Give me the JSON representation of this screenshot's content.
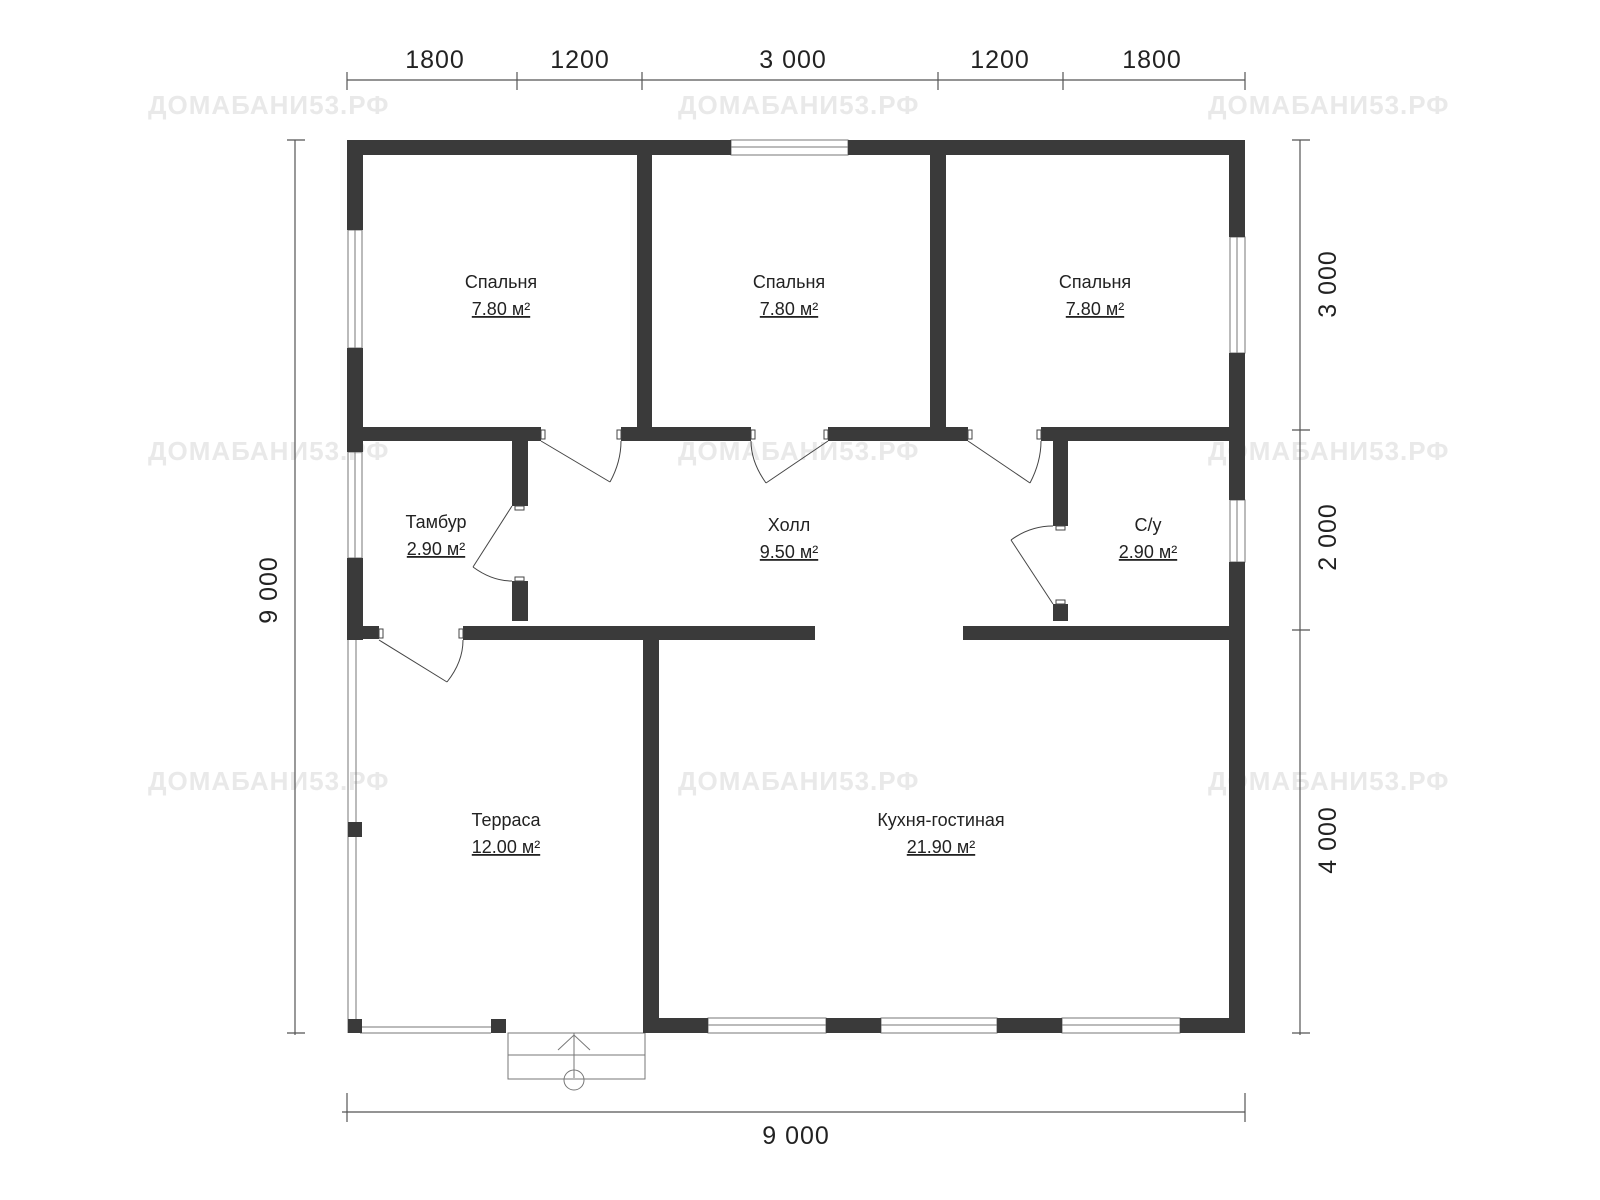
{
  "watermark": "ДОМАБАНИ53.РФ",
  "colors": {
    "wall": "#3a3a3a",
    "line": "#555555",
    "watermark": "#e9e9e9",
    "text": "#222222"
  },
  "dimensions": {
    "top": [
      "1800",
      "1200",
      "3 000",
      "1200",
      "1800"
    ],
    "bottom": "9 000",
    "left": "9 000",
    "right": [
      "3 000",
      "2 000",
      "4 000"
    ]
  },
  "rooms": {
    "bedroom_1": {
      "name": "Спальня",
      "area": "7.80 м²"
    },
    "bedroom_2": {
      "name": "Спальня",
      "area": "7.80 м²"
    },
    "bedroom_3": {
      "name": "Спальня",
      "area": "7.80 м²"
    },
    "vestibule": {
      "name": "Тамбур",
      "area": "2.90 м²"
    },
    "hall": {
      "name": "Холл",
      "area": "9.50 м²"
    },
    "bathroom": {
      "name": "С/у",
      "area": "2.90 м²"
    },
    "terrace": {
      "name": "Терраса",
      "area": "12.00 м²"
    },
    "kitchen": {
      "name": "Кухня-гостиная",
      "area": "21.90 м²"
    }
  }
}
